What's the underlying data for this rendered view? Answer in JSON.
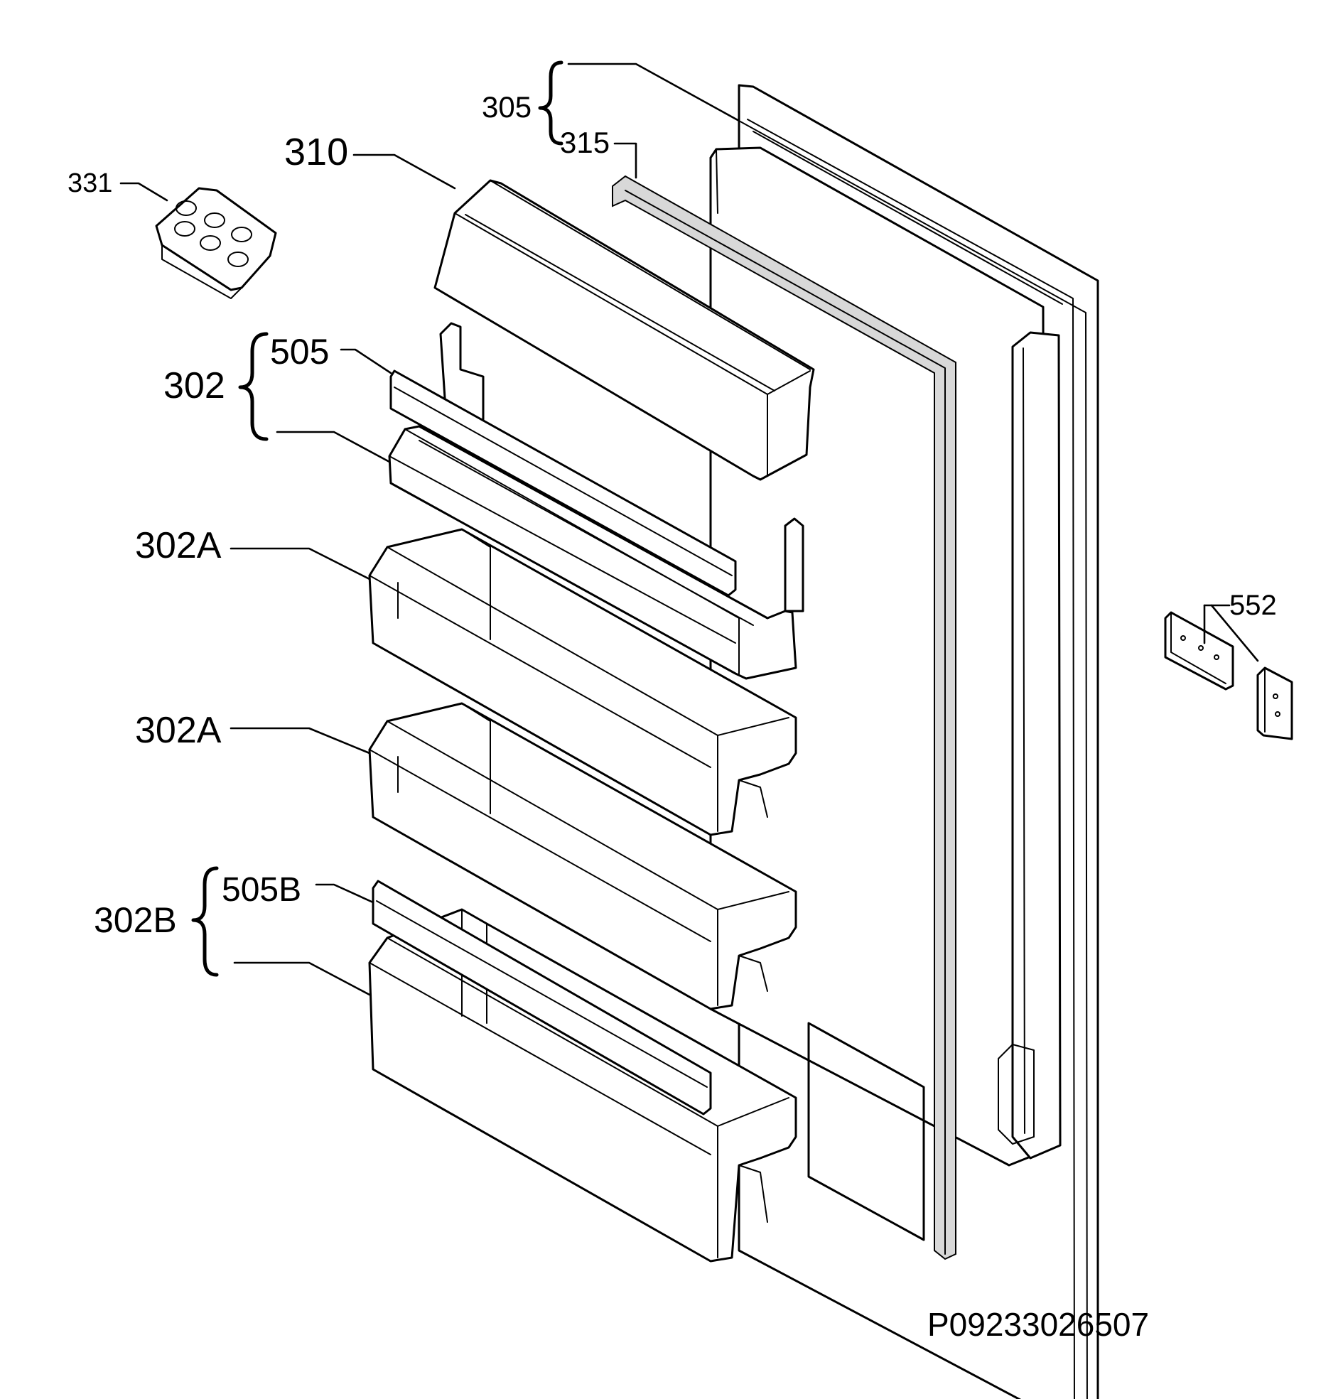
{
  "labels": {
    "p331": "331",
    "p310": "310",
    "p305": "305",
    "p315": "315",
    "p302": "302",
    "p505": "505",
    "p302a_1": "302A",
    "p302a_2": "302A",
    "p302b": "302B",
    "p505b": "505B",
    "p552": "552"
  },
  "drawing_code": "P09233026507"
}
